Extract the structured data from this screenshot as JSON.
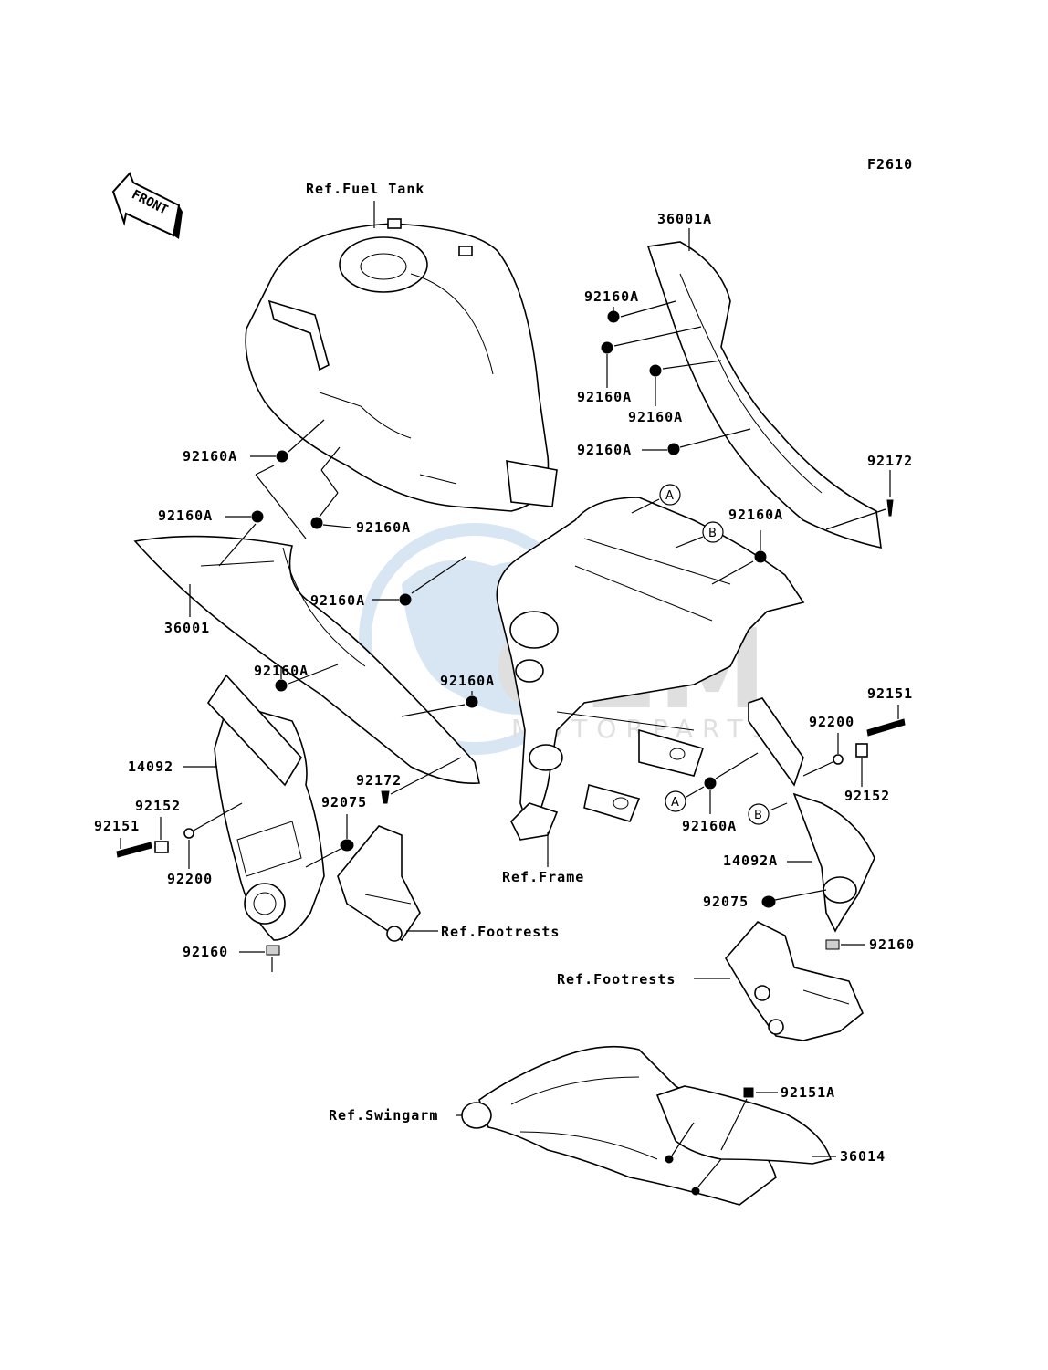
{
  "figure_code": "F2610",
  "front_label": "FRONT",
  "watermark": {
    "text_main": "GEM",
    "text_sub": "MOTORPARTS",
    "color": "#a9c8e8"
  },
  "callouts": {
    "a": "A",
    "b": "B"
  },
  "labels": {
    "ref_fuel_tank": "Ref.Fuel Tank",
    "p36001a": "36001A",
    "p92160a_1": "92160A",
    "p92160a_2": "92160A",
    "p92160a_3": "92160A",
    "p92160a_4": "92160A",
    "p92172_r": "92172",
    "p92160a_5": "92160A",
    "p92160a_6": "92160A",
    "p92160a_7": "92160A",
    "p92160a_8": "92160A",
    "p36001": "36001",
    "p92160a_9": "92160A",
    "p92160a_10": "92160A",
    "p92160a_11": "92160A",
    "p14092": "14092",
    "p92172_l": "92172",
    "p92151_r": "92151",
    "p92200_r": "92200",
    "p92152_r": "92152",
    "p92160a_12": "92160A",
    "p92152_l": "92152",
    "p92151_l": "92151",
    "p92075_l": "92075",
    "p92200_l": "92200",
    "ref_frame": "Ref.Frame",
    "p14092a": "14092A",
    "p92075_r": "92075",
    "ref_footrests_l": "Ref.Footrests",
    "p92160_l": "92160",
    "p92160_r": "92160",
    "ref_footrests_r": "Ref.Footrests",
    "p92151a": "92151A",
    "ref_swingarm": "Ref.Swingarm",
    "p36014": "36014"
  }
}
